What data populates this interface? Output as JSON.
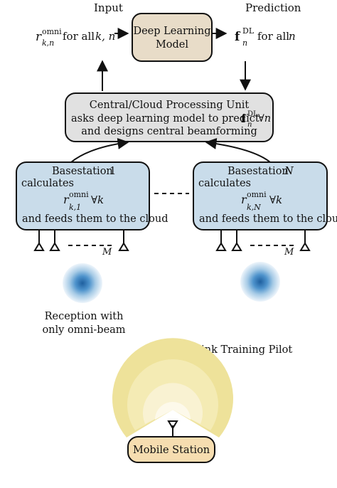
{
  "labels": {
    "input": "Input",
    "prediction": "Prediction",
    "input_var": "r",
    "input_sup": "omni",
    "input_sub": "k,n",
    "input_for_all": "for all",
    "input_idx": "k, n",
    "pred_var": "f",
    "pred_sup": "DL",
    "pred_sub": "n",
    "pred_for_all": "for all",
    "pred_idx": "n"
  },
  "dl_model": {
    "line1": "Deep Learning",
    "line2": "Model"
  },
  "cloud": {
    "line1": "Central/Cloud Processing Unit",
    "line2a": "asks deep learning model to predict",
    "line2_var": "f",
    "line2_sup": "DL",
    "line2_sub": "n",
    "line2_b": "∀n",
    "line3": "and designs central beamforming"
  },
  "basestations": [
    {
      "title_pre": "Basestation",
      "title_idx": "1",
      "calc": "calculates",
      "var": "r",
      "sup": "omni",
      "sub": "k,1",
      "forall": "∀k",
      "feeds": "and feeds them to the cloud",
      "antenna_label": "M"
    },
    {
      "title_pre": "Basestation",
      "title_idx": "N",
      "calc": "calculates",
      "var": "r",
      "sup": "omni",
      "sub": "k,N",
      "forall": "∀k",
      "feeds": "and feeds them to the cloud",
      "antenna_label": "M"
    }
  ],
  "reception": {
    "line1": "Reception with",
    "line2": "only omni-beam"
  },
  "uplink": "Uplink Training Pilot",
  "mobile_station": "Mobile Station",
  "colors": {
    "dl_box": "#e8dcc8",
    "cloud_box": "#e1e1e1",
    "bs_box": "#c9dcea",
    "ms_box": "#f6ddb0",
    "yellow_glow": "#f0e39a",
    "blue_beam": "#3f86c4"
  }
}
